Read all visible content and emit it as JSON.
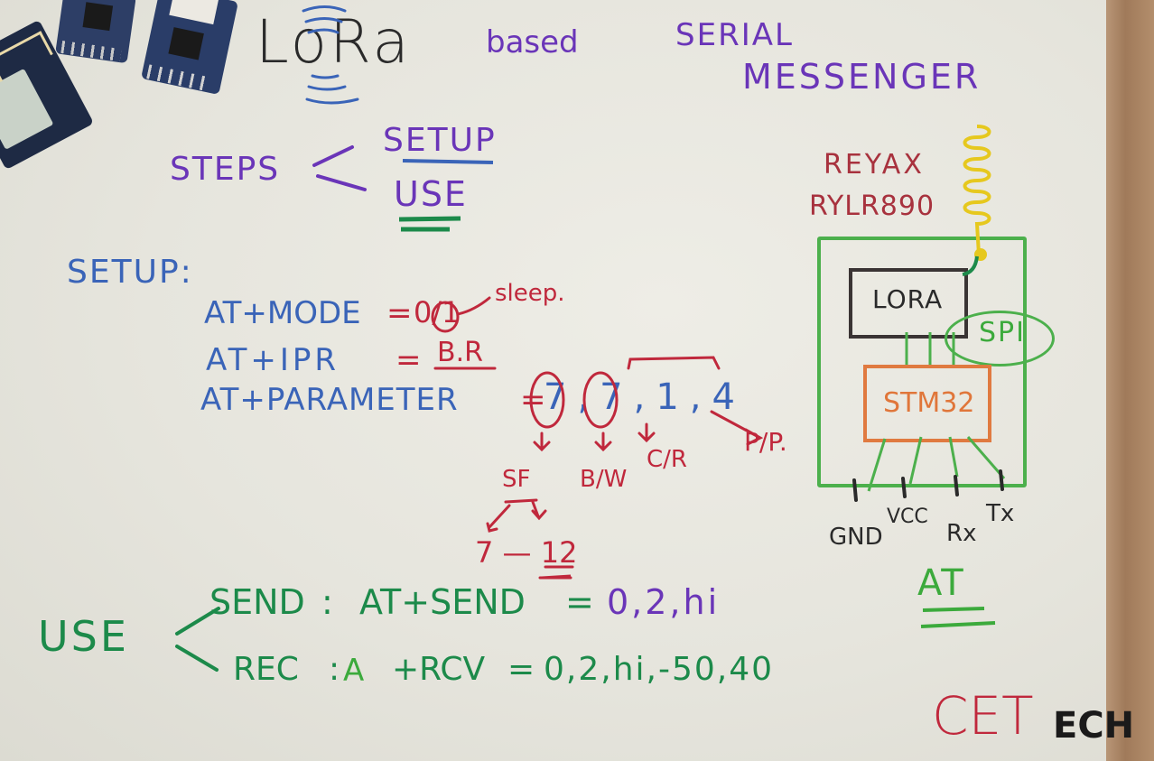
{
  "title": {
    "main": "LoRa",
    "subtitle_1": "based",
    "subtitle_2": "SERIAL",
    "subtitle_3": "MESSENGER"
  },
  "steps": {
    "label": "STEPS",
    "branches": [
      "SETUP",
      "USE"
    ]
  },
  "setup": {
    "heading": "SETUP:",
    "commands": [
      {
        "cmd": "AT+MODE",
        "eq": "=",
        "value": "0/1",
        "note": "sleep."
      },
      {
        "cmd": "AT+IPR",
        "eq": "=",
        "value": "B.R"
      },
      {
        "cmd": "AT+PARAMETER",
        "eq": "=",
        "value": "7,7,1,4"
      }
    ],
    "parameter_notes": {
      "sf": "SF",
      "bw": "B/W",
      "cr": "C/R",
      "pp": "P/P.",
      "sf_range": "7 — 12"
    }
  },
  "use": {
    "label": "USE",
    "send": {
      "label": "SEND",
      "sep": ":",
      "cmd": "AT+SEND",
      "eq": "=",
      "value": "0,2,hi"
    },
    "receive": {
      "label": "REC",
      "sep": ":",
      "cmd": "+RCV",
      "eq": "=",
      "value": "0,2,hi,-50,40"
    }
  },
  "diagram": {
    "module_name": "REYAX",
    "module_model": "RYLR890",
    "lora_block": "LORA",
    "spi_label": "SPI",
    "mcu_block": "STM32",
    "pins": [
      "GND",
      "VCC",
      "Rx",
      "Tx"
    ],
    "interface": "AT"
  },
  "brand": {
    "red_part": "CET",
    "black_part": "ECH"
  },
  "colors": {
    "purple": "#6a35b8",
    "blue": "#3a64b8",
    "red": "#c0283c",
    "green": "#1c8a4a",
    "light_green": "#3caa3c",
    "orange": "#e0763a",
    "yellow": "#e6c81e"
  }
}
